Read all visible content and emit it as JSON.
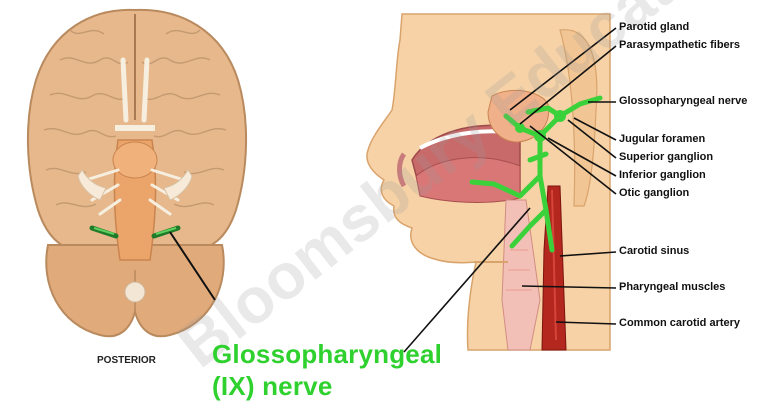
{
  "labels": {
    "parotid_gland": "Parotid gland",
    "parasympathetic_fibers": "Parasympathetic fibers",
    "glossopharyngeal_nerve": "Glossopharyngeal nerve",
    "jugular_foramen": "Jugular foramen",
    "superior_ganglion": "Superior ganglion",
    "inferior_ganglion": "Inferior ganglion",
    "otic_ganglion": "Otic ganglion",
    "carotid_sinus": "Carotid sinus",
    "pharyngeal_muscles": "Pharyngeal muscles",
    "common_carotid_artery": "Common carotid artery"
  },
  "title": {
    "line1": "Glossopharyngeal",
    "line2": "(IX) nerve"
  },
  "posterior": "POSTERIOR",
  "watermark": "Bloomsbury Education",
  "colors": {
    "nerve": "#3ad13a",
    "brain": "#e6b88c",
    "skin": "#f6d2a6",
    "artery": "#b3271e",
    "title": "#2fd12f"
  }
}
